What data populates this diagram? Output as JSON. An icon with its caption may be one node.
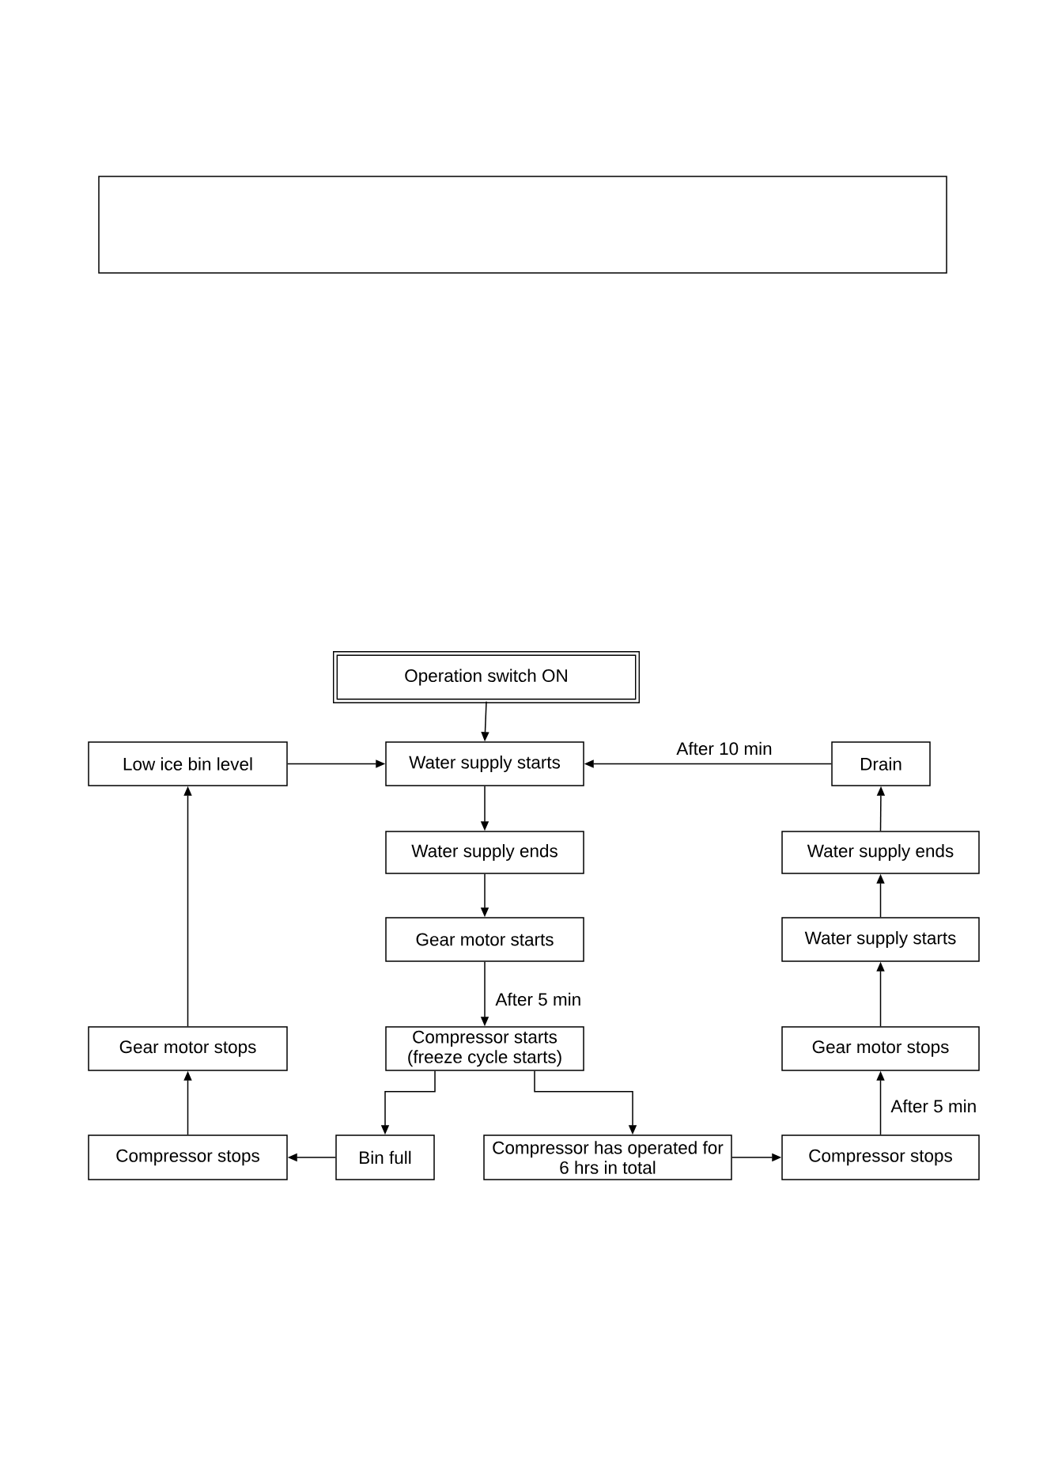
{
  "diagram": {
    "nodes": [
      {
        "text": [],
        "shape": "box"
      },
      {
        "text": [
          "Operation switch ON"
        ]
      },
      {
        "text": [
          "Low ice bin level"
        ]
      },
      {
        "text": [
          "Water supply starts"
        ]
      },
      {
        "text": [
          "Drain"
        ]
      },
      {
        "text": [
          "Water supply ends"
        ]
      },
      {
        "text": [
          "Water supply ends"
        ]
      },
      {
        "text": [
          "Gear motor starts"
        ]
      },
      {
        "text": [
          "Water supply starts"
        ]
      },
      {
        "text": [
          "Gear motor stops"
        ]
      },
      {
        "text": [
          "Compressor starts (freeze cycle starts)"
        ]
      },
      {
        "text": [
          "Gear motor stops"
        ]
      },
      {
        "text": [
          "Compressor stops"
        ]
      },
      {
        "text": [
          "Bin full"
        ]
      },
      {
        "text": [
          "Compressor has operated for 6 hrs in total"
        ]
      },
      {
        "text": [
          "Compressor stops"
        ]
      }
    ],
    "edges": [
      {
        "from": 1,
        "to": 3,
        "arrow": "to"
      },
      {
        "from": 2,
        "to": 3,
        "arrow": "to"
      },
      {
        "from": 4,
        "to": 3,
        "arrow": "to",
        "label": "After 10 min"
      },
      {
        "from": 3,
        "to": 5,
        "arrow": "to"
      },
      {
        "from": 5,
        "to": 7,
        "arrow": "to"
      },
      {
        "from": 7,
        "to": 10,
        "arrow": "to",
        "label": "After 5 min"
      },
      {
        "from": 10,
        "to": 13,
        "arrow": "to"
      },
      {
        "from": 10,
        "to": 14,
        "arrow": "to"
      },
      {
        "from": 13,
        "to": 12,
        "arrow": "to"
      },
      {
        "from": 12,
        "to": 9,
        "arrow": "to"
      },
      {
        "from": 9,
        "to": 2,
        "arrow": "to"
      },
      {
        "from": 14,
        "to": 15,
        "arrow": "to"
      },
      {
        "from": 15,
        "to": 11,
        "arrow": "to",
        "label": "After 5 min"
      },
      {
        "from": 11,
        "to": 8,
        "arrow": "to"
      },
      {
        "from": 8,
        "to": 6,
        "arrow": "to"
      },
      {
        "from": 6,
        "to": 4,
        "arrow": "to"
      }
    ]
  }
}
